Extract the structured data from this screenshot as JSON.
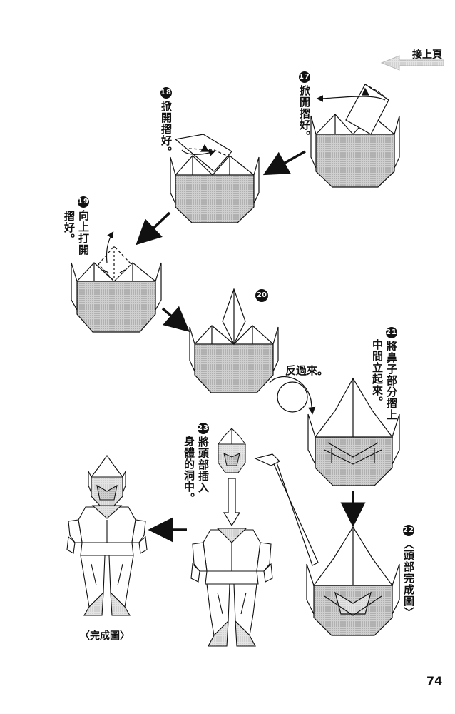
{
  "header": {
    "continue_label": "接上頁"
  },
  "steps": [
    {
      "id": "17",
      "text": "掀開摺好。"
    },
    {
      "id": "18",
      "text": "掀開摺好。"
    },
    {
      "id": "19a",
      "text": "向上打開"
    },
    {
      "id": "19b",
      "text": "摺好。"
    },
    {
      "id": "20",
      "text": ""
    },
    {
      "id": "21a",
      "text": "將鼻子部分摺上"
    },
    {
      "id": "21b",
      "text": "中間立起來。"
    },
    {
      "id": "22",
      "text": "〈頭部完成圖〉"
    },
    {
      "id": "23a",
      "text": "將頭部插入"
    },
    {
      "id": "23b",
      "text": "身體的洞中。"
    }
  ],
  "step_numbers": {
    "s17": "17",
    "s18": "18",
    "s19": "19",
    "s20": "20",
    "s21": "21",
    "s22": "22",
    "s23": "23"
  },
  "flip_label": "反過來。",
  "complete_label": "〈完成圖〉",
  "page_number": "74",
  "colors": {
    "ink": "#111111",
    "paper": "#ffffff",
    "shade": "#bdbdbd",
    "shade_dark": "#8a8a8a"
  }
}
